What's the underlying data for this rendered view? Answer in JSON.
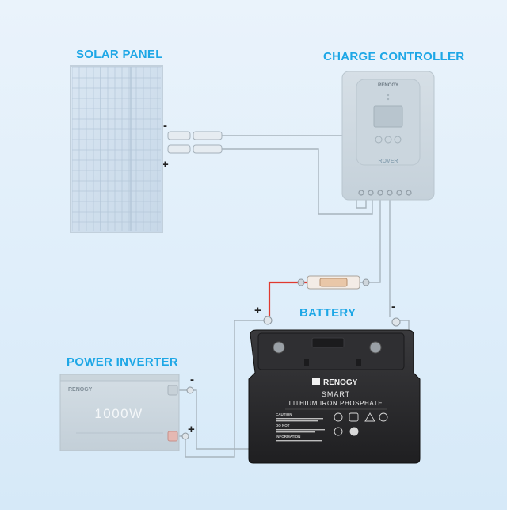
{
  "labels": {
    "solar_panel": "SOLAR PANEL",
    "charge_controller": "CHARGE CONTROLLER",
    "battery": "BATTERY",
    "power_inverter": "POWER INVERTER"
  },
  "polarity": {
    "minus": "-",
    "plus": "+"
  },
  "controller": {
    "brand": "RENOGY",
    "model": "ROVER"
  },
  "battery": {
    "brand": "RENOGY",
    "line1": "SMART",
    "line2": "LITHIUM IRON PHOSPHATE",
    "caution": "CAUTION",
    "dont": "DO NOT",
    "information": "INFORMATION"
  },
  "inverter": {
    "brand": "RENOGY",
    "rating": "1000W"
  },
  "colors": {
    "accent": "#1ea7e6",
    "wire": "#a8b4bd",
    "positive_wire": "#e03a2f",
    "battery_body": "#2b2b2d"
  }
}
